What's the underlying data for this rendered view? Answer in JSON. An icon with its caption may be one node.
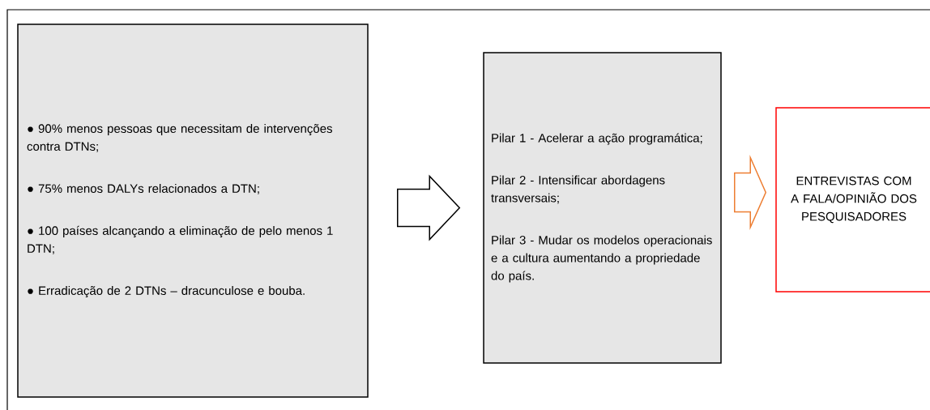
{
  "diagram": {
    "nodes": [
      {
        "text": [
          "● 90% menos pessoas que necessitam de intervenções contra DTNs;",
          "● 75% menos DALYs relacionados a DTN;",
          "● 100 países alcançando a eliminação de pelo menos 1 DTN;",
          "● Erradicação de 2 DTNs – dracunculose e bouba."
        ]
      },
      {
        "text": [
          "Pilar 1 - Acelerar a ação programática;",
          "Pilar 2 - Intensificar abordagens transversais;",
          "Pilar 3 - Mudar os modelos operacionais e a cultura aumentando a propriedade do país."
        ]
      },
      {
        "text": [
          "ENTREVISTAS COM A FALA/OPINIÃO DOS PESQUISADORES"
        ]
      }
    ],
    "edges": [
      {
        "from": 0,
        "to": 1,
        "arrow": "to"
      },
      {
        "from": 1,
        "to": 2,
        "arrow": "to",
        "color": "#ed7d31"
      }
    ]
  }
}
